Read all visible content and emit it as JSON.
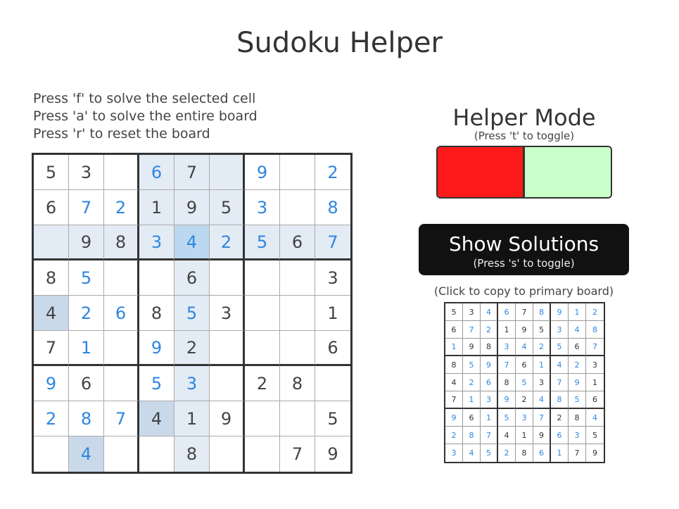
{
  "title": "Sudoku Helper",
  "instructions": [
    "Press 'f' to solve the selected cell",
    "Press 'a' to solve the entire board",
    "Press 'r' to reset the board"
  ],
  "board": {
    "values": [
      [
        "5",
        "3",
        "",
        "6",
        "7",
        "",
        "9",
        "",
        "2"
      ],
      [
        "6",
        "7",
        "2",
        "1",
        "9",
        "5",
        "3",
        "",
        "8"
      ],
      [
        "",
        "9",
        "8",
        "3",
        "4",
        "2",
        "5",
        "6",
        "7"
      ],
      [
        "8",
        "5",
        "",
        "",
        "6",
        "",
        "",
        "",
        "3"
      ],
      [
        "4",
        "2",
        "6",
        "8",
        "5",
        "3",
        "",
        "",
        "1"
      ],
      [
        "7",
        "1",
        "",
        "9",
        "2",
        "",
        "",
        "",
        "6"
      ],
      [
        "9",
        "6",
        "",
        "5",
        "3",
        "",
        "2",
        "8",
        ""
      ],
      [
        "2",
        "8",
        "7",
        "4",
        "1",
        "9",
        "",
        "",
        "5"
      ],
      [
        "",
        "4",
        "",
        "",
        "8",
        "",
        "",
        "7",
        "9"
      ]
    ],
    "user_entered": [
      [
        0,
        0,
        0,
        1,
        0,
        0,
        1,
        0,
        1
      ],
      [
        0,
        1,
        1,
        0,
        0,
        0,
        1,
        0,
        1
      ],
      [
        0,
        0,
        0,
        1,
        1,
        1,
        1,
        0,
        1
      ],
      [
        0,
        1,
        0,
        0,
        0,
        0,
        0,
        0,
        0
      ],
      [
        0,
        1,
        1,
        0,
        1,
        0,
        0,
        0,
        0
      ],
      [
        0,
        1,
        0,
        1,
        0,
        0,
        0,
        0,
        0
      ],
      [
        1,
        0,
        0,
        1,
        1,
        0,
        0,
        0,
        0
      ],
      [
        1,
        1,
        1,
        0,
        0,
        0,
        0,
        0,
        0
      ],
      [
        0,
        1,
        0,
        0,
        0,
        0,
        0,
        0,
        0
      ]
    ],
    "selected_cell": [
      2,
      4
    ],
    "same_value_cells": [
      [
        4,
        0
      ],
      [
        7,
        3
      ],
      [
        8,
        1
      ]
    ],
    "highlight_color": "#e3ebf5",
    "selected_color": "#bcd8f0",
    "user_digit_color": "#2e86e0"
  },
  "helper_mode": {
    "title": "Helper Mode",
    "hint": "(Press 't' to toggle)",
    "off_color": "#ff1a1a",
    "on_color": "#c9ffc9"
  },
  "show_solutions": {
    "label": "Show Solutions",
    "hint": "(Press 's' to toggle)"
  },
  "solution": {
    "note": "(Click to copy to primary board)",
    "values": [
      [
        "5",
        "3",
        "4",
        "6",
        "7",
        "8",
        "9",
        "1",
        "2"
      ],
      [
        "6",
        "7",
        "2",
        "1",
        "9",
        "5",
        "3",
        "4",
        "8"
      ],
      [
        "1",
        "9",
        "8",
        "3",
        "4",
        "2",
        "5",
        "6",
        "7"
      ],
      [
        "8",
        "5",
        "9",
        "7",
        "6",
        "1",
        "4",
        "2",
        "3"
      ],
      [
        "4",
        "2",
        "6",
        "8",
        "5",
        "3",
        "7",
        "9",
        "1"
      ],
      [
        "7",
        "1",
        "3",
        "9",
        "2",
        "4",
        "8",
        "5",
        "6"
      ],
      [
        "9",
        "6",
        "1",
        "5",
        "3",
        "7",
        "2",
        "8",
        "4"
      ],
      [
        "2",
        "8",
        "7",
        "4",
        "1",
        "9",
        "6",
        "3",
        "5"
      ],
      [
        "3",
        "4",
        "5",
        "2",
        "8",
        "6",
        "1",
        "7",
        "9"
      ]
    ],
    "user_entered": [
      [
        0,
        0,
        1,
        1,
        0,
        1,
        1,
        1,
        1
      ],
      [
        0,
        1,
        1,
        0,
        0,
        0,
        1,
        1,
        1
      ],
      [
        1,
        0,
        0,
        1,
        1,
        1,
        1,
        0,
        1
      ],
      [
        0,
        1,
        1,
        1,
        0,
        1,
        1,
        1,
        0
      ],
      [
        0,
        1,
        1,
        0,
        1,
        0,
        1,
        1,
        0
      ],
      [
        0,
        1,
        1,
        1,
        0,
        1,
        1,
        1,
        0
      ],
      [
        1,
        0,
        1,
        1,
        1,
        1,
        0,
        0,
        1
      ],
      [
        1,
        1,
        1,
        0,
        0,
        0,
        1,
        1,
        0
      ],
      [
        1,
        1,
        1,
        1,
        0,
        1,
        1,
        0,
        0
      ]
    ]
  }
}
